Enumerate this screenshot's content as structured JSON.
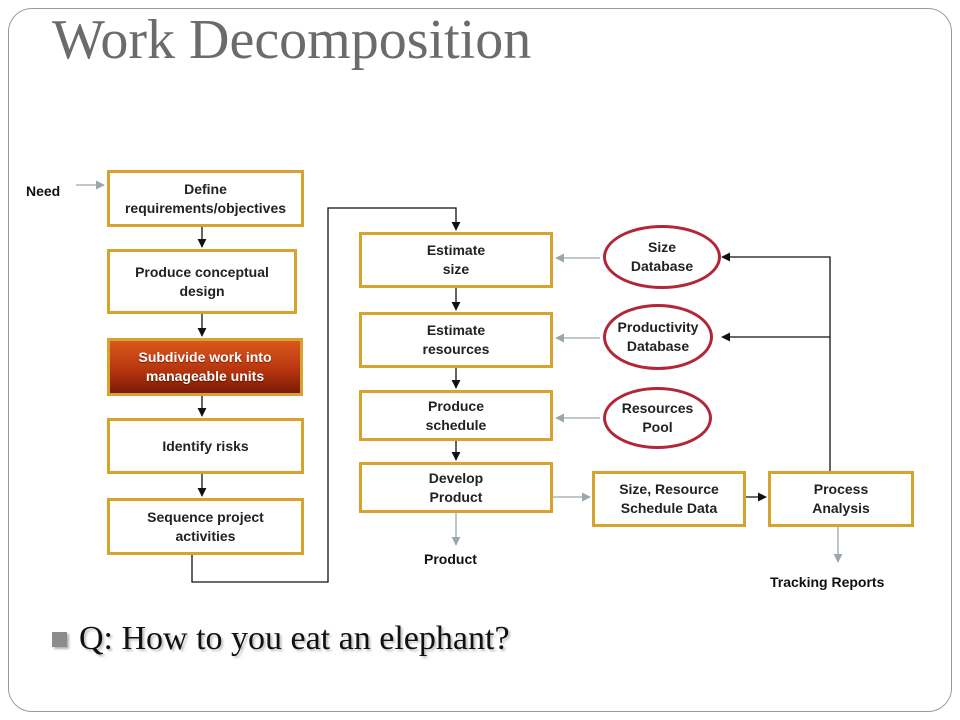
{
  "title": "Work Decomposition",
  "need_label": "Need",
  "left_column": [
    {
      "label": "Define\nrequirements/objectives"
    },
    {
      "label": "Produce conceptual\ndesign"
    },
    {
      "label": "Subdivide work into\nmanageable units",
      "highlight": true
    },
    {
      "label": "Identify risks"
    },
    {
      "label": "Sequence project\nactivities"
    }
  ],
  "middle_column": [
    {
      "label": "Estimate\nsize"
    },
    {
      "label": "Estimate\nresources"
    },
    {
      "label": "Produce\nschedule"
    },
    {
      "label": "Develop\nProduct"
    }
  ],
  "product_label": "Product",
  "databases": [
    {
      "label": "Size\nDatabase"
    },
    {
      "label": "Productivity\nDatabase"
    },
    {
      "label": "Resources\nPool"
    }
  ],
  "data_box": {
    "label": "Size, Resource\nSchedule Data"
  },
  "analysis_box": {
    "label": "Process\nAnalysis"
  },
  "tracking_label": "Tracking Reports",
  "question": "Q:  How to you eat an elephant?",
  "colors": {
    "box_border": "#d8a22e",
    "oval_border": "#b3263a",
    "highlight_fill": "#c0400f",
    "gray_arrow": "#9aa8ad",
    "title": "#6b6b6b"
  }
}
